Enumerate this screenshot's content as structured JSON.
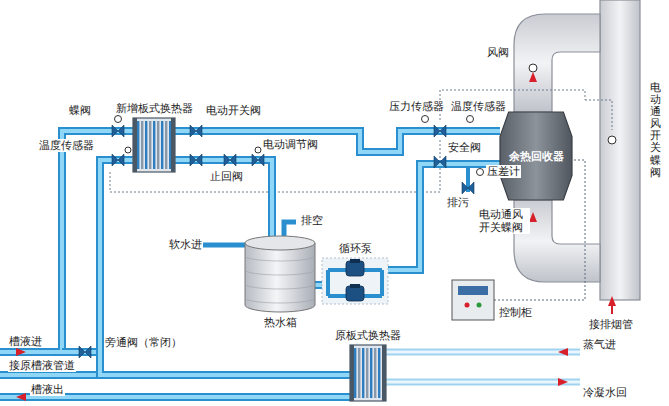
{
  "diagram": {
    "nodes": [
      {
        "text": [
          "新增板式换热器"
        ]
      },
      {
        "text": [
          "余热回收器"
        ]
      },
      {
        "text": [
          "热水箱"
        ]
      },
      {
        "text": [
          "循环泵"
        ]
      },
      {
        "text": [
          "控制柜"
        ]
      },
      {
        "text": [
          "原板式换热器"
        ]
      }
    ],
    "edges": [
      {
        "from": 0,
        "to": 1,
        "arrow": "none"
      },
      {
        "from": 0,
        "to": 2,
        "arrow": "none"
      },
      {
        "from": 2,
        "to": 3,
        "arrow": "none"
      },
      {
        "from": 3,
        "to": 1,
        "arrow": "none"
      },
      {
        "from": 4,
        "to": 1,
        "arrow": "none"
      },
      {
        "from": 5,
        "to": 0,
        "arrow": "none"
      }
    ],
    "labels": [
      "蝶阀",
      "温度传感器",
      "电动开关阀",
      "电动调节阀",
      "止回阀",
      "排空",
      "软水进",
      "压力传感器",
      "温度传感器",
      "安全阀",
      "压差计",
      "排污",
      "电动通风开关蝶阀",
      "风阀",
      "电动通风开关蝶阀",
      "接排烟管",
      "槽液进",
      "旁通阀（常闭）",
      "接原槽液管道",
      "槽液出",
      "蒸气进",
      "冷凝水回"
    ]
  }
}
